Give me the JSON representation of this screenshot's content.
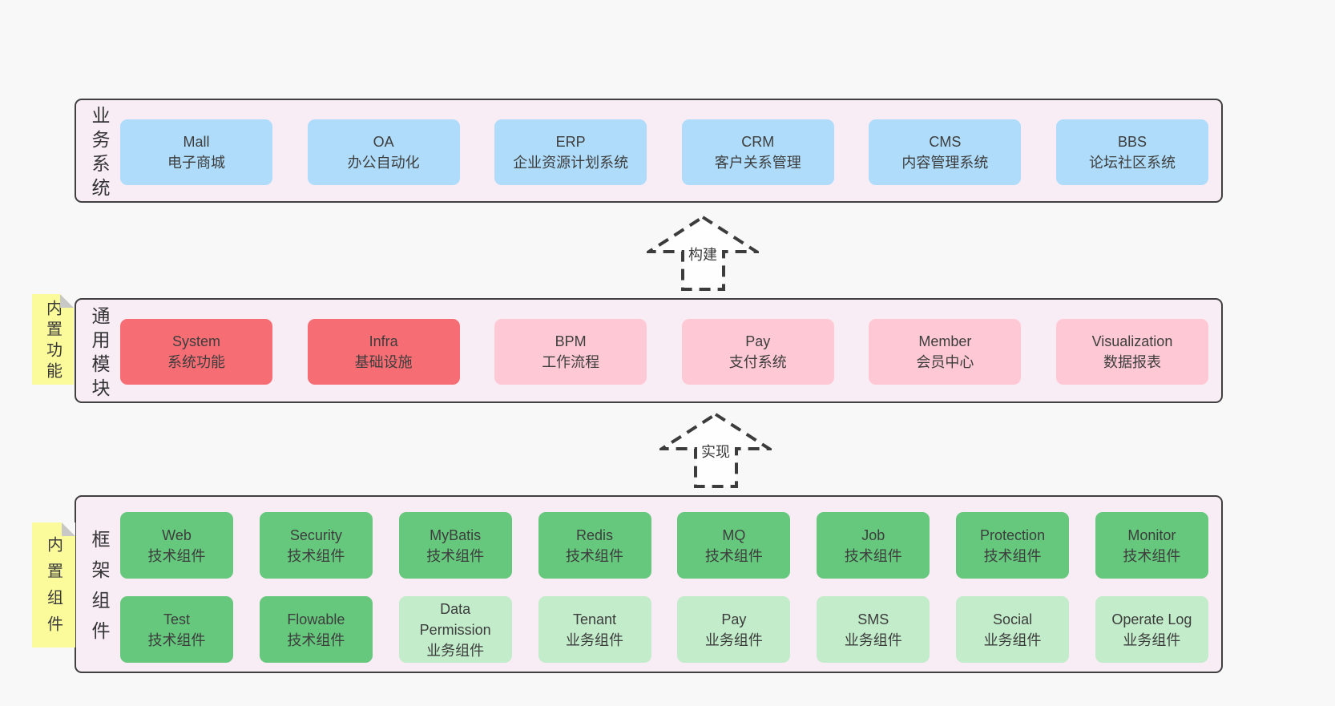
{
  "colors": {
    "page_bg": "#f8f8f8",
    "panel_bg": "#f8ecf5",
    "panel_border": "#404040",
    "blue_box": "#aedcfa",
    "red_box": "#f76d74",
    "pink_box": "#fec9d4",
    "green_box": "#65c87d",
    "light_green_box": "#c2ecca",
    "note_bg": "#fbfb9c",
    "note_fold": "#c8c8c8",
    "text": "#3d3d3d"
  },
  "sections": {
    "business": {
      "label": "业务系统",
      "boxes": [
        {
          "title": "Mall",
          "subtitle": "电子商城"
        },
        {
          "title": "OA",
          "subtitle": "办公自动化"
        },
        {
          "title": "ERP",
          "subtitle": "企业资源计划系统"
        },
        {
          "title": "CRM",
          "subtitle": "客户关系管理"
        },
        {
          "title": "CMS",
          "subtitle": "内容管理系统"
        },
        {
          "title": "BBS",
          "subtitle": "论坛社区系统"
        }
      ]
    },
    "modules": {
      "label": "通用模块",
      "note": "内置功能",
      "boxes": [
        {
          "title": "System",
          "subtitle": "系统功能"
        },
        {
          "title": "Infra",
          "subtitle": "基础设施"
        },
        {
          "title": "BPM",
          "subtitle": "工作流程"
        },
        {
          "title": "Pay",
          "subtitle": "支付系统"
        },
        {
          "title": "Member",
          "subtitle": "会员中心"
        },
        {
          "title": "Visualization",
          "subtitle": "数据报表"
        }
      ]
    },
    "framework": {
      "label": "框架组件",
      "note": "内置组件",
      "rows": [
        [
          {
            "title": "Web",
            "subtitle": "技术组件"
          },
          {
            "title": "Security",
            "subtitle": "技术组件"
          },
          {
            "title": "MyBatis",
            "subtitle": "技术组件"
          },
          {
            "title": "Redis",
            "subtitle": "技术组件"
          },
          {
            "title": "MQ",
            "subtitle": "技术组件"
          },
          {
            "title": "Job",
            "subtitle": "技术组件"
          },
          {
            "title": "Protection",
            "subtitle": "技术组件"
          },
          {
            "title": "Monitor",
            "subtitle": "技术组件"
          }
        ],
        [
          {
            "title": "Test",
            "subtitle": "技术组件"
          },
          {
            "title": "Flowable",
            "subtitle": "技术组件"
          },
          {
            "title": "Data Permission",
            "subtitle": "业务组件"
          },
          {
            "title": "Tenant",
            "subtitle": "业务组件"
          },
          {
            "title": "Pay",
            "subtitle": "业务组件"
          },
          {
            "title": "SMS",
            "subtitle": "业务组件"
          },
          {
            "title": "Social",
            "subtitle": "业务组件"
          },
          {
            "title": "Operate Log",
            "subtitle": "业务组件"
          }
        ]
      ]
    }
  },
  "arrows": {
    "build": "构建",
    "implement": "实现"
  }
}
